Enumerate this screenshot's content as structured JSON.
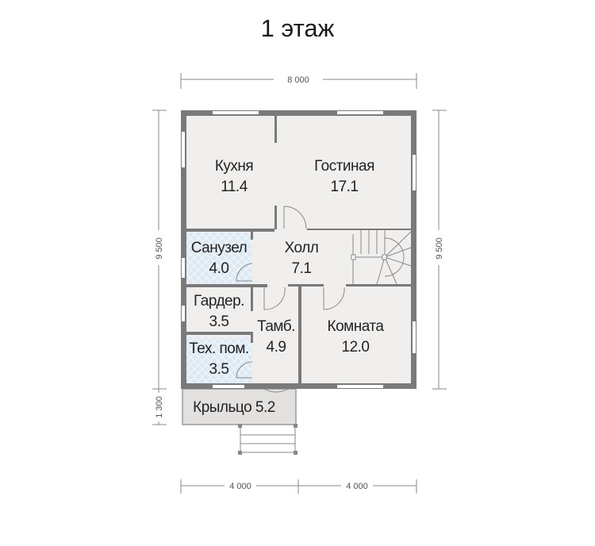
{
  "title": "1 этаж",
  "dimensions": {
    "top": "8 000",
    "left_main": "9 500",
    "left_porch": "1 300",
    "right": "9 500",
    "bottom_left": "4 000",
    "bottom_right": "4 000"
  },
  "rooms": {
    "kitchen": {
      "name": "Кухня",
      "area": "11.4"
    },
    "living": {
      "name": "Гостиная",
      "area": "17.1"
    },
    "bathroom": {
      "name": "Санузел",
      "area": "4.0"
    },
    "hall": {
      "name": "Холл",
      "area": "7.1"
    },
    "wardrobe": {
      "name": "Гардер.",
      "area": "3.5"
    },
    "vestibule": {
      "name": "Тамб.",
      "area": "4.9"
    },
    "room": {
      "name": "Комната",
      "area": "12.0"
    },
    "tech": {
      "name": "Тех. пом.",
      "area": "3.5"
    },
    "porch": {
      "label": "Крыльцо 5.2"
    }
  },
  "colors": {
    "wall": "#7a7a7a",
    "floor": "#f1efee",
    "tile": "#dde9f3",
    "porch": "#e3e1e0"
  }
}
